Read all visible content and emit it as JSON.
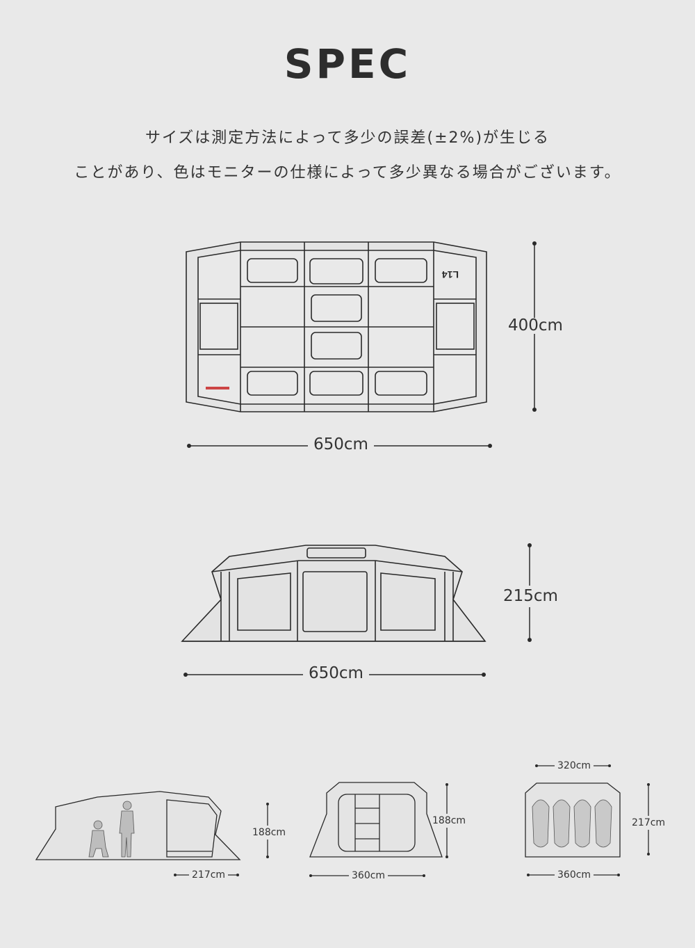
{
  "header": {
    "title": "SPEC",
    "note_line1": "サイズは測定方法によって多少の誤差(±2%)が生じる",
    "note_line2": "ことがあり、色はモニターの仕様によって多少異なる場合がございます。"
  },
  "top_view": {
    "depth": "400cm",
    "width": "650cm",
    "logo_text": "L14"
  },
  "front_view": {
    "height": "215cm",
    "width": "650cm"
  },
  "small_views": {
    "side_height": "188cm",
    "side_width": "217cm",
    "door_height": "188cm",
    "door_width": "360cm",
    "sleep_top": "320cm",
    "sleep_height": "217cm",
    "sleep_width": "360cm"
  },
  "colors": {
    "background": "#e9e9e9",
    "line": "#2a2a2a",
    "tent_fill": "#e6e6e6"
  }
}
